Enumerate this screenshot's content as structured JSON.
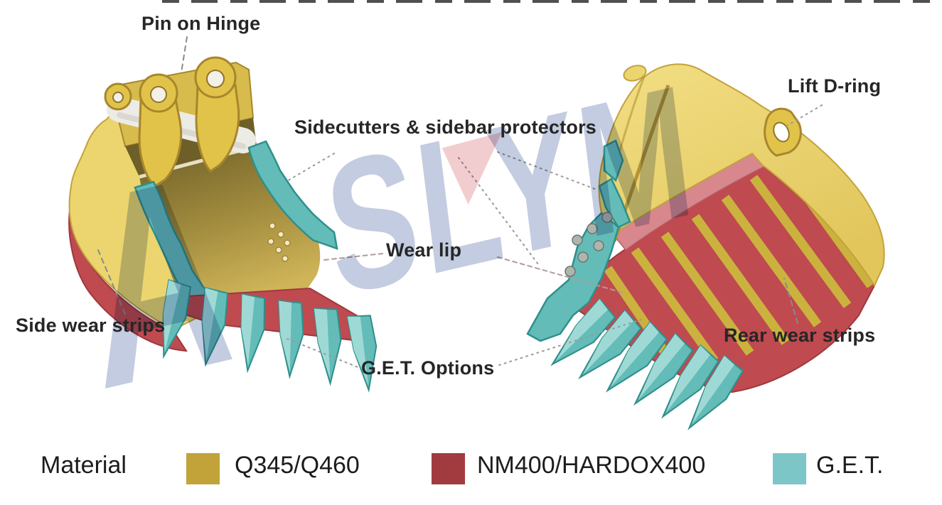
{
  "figure": {
    "description": "Excavator bucket wear parts diagram, front view and rear view",
    "callouts": {
      "pin_on_hinge": "Pin on Hinge",
      "sidecutters": "Sidecutters & sidebar protectors",
      "lift_d_ring": "Lift D-ring",
      "wear_lip": "Wear lip",
      "side_wear_strips": "Side wear strips",
      "get_options": "G.E.T. Options",
      "rear_wear_strips": "Rear wear strips"
    }
  },
  "legend": {
    "title": "Material",
    "items": [
      {
        "label": "Q345/Q460",
        "color": "#c1a339"
      },
      {
        "label": "NM400/HARDOX400",
        "color": "#a23b40"
      },
      {
        "label": "G.E.T.",
        "color": "#7dc6c8"
      }
    ]
  },
  "watermark": {
    "text_left": "A",
    "text_main": "SLYM",
    "color": "#c3cce0",
    "accent_color": "#f2cdd0"
  },
  "palette": {
    "bucket_yellow": "#ecd56e",
    "bucket_yellow_dark": "#d4b84e",
    "bucket_interior_olive": "#8c7a36",
    "wear_red": "#bf4a50",
    "wear_pink": "#d8878d",
    "get_teal": "#63bcb8",
    "hinge_pin_white": "#ecebe5",
    "label_text": "#262626"
  }
}
